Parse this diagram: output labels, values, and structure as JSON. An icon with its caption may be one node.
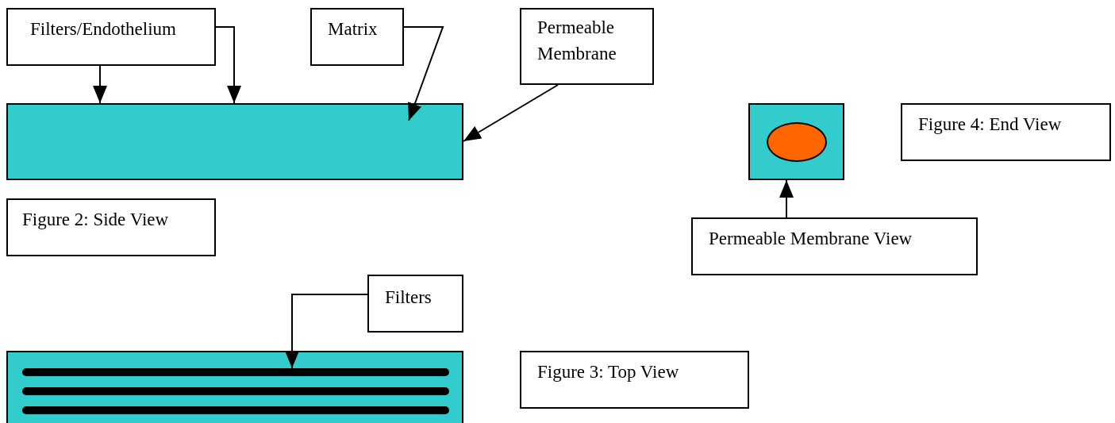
{
  "diagram": {
    "nodes": [
      {
        "text": [
          "Filters/Endothelium"
        ]
      },
      {
        "text": [
          "Matrix"
        ]
      },
      {
        "text": [
          "Permeable Membrane"
        ]
      },
      {
        "text": [],
        "shape": "box"
      },
      {
        "text": [
          "Figure 2: Side View"
        ]
      },
      {
        "text": [],
        "shape": "box"
      },
      {
        "text": [],
        "shape": "ellipse",
        "in": 5
      },
      {
        "text": [
          "Figure 4: End View"
        ]
      },
      {
        "text": [
          "Permeable Membrane View"
        ]
      },
      {
        "text": [
          "Filters"
        ]
      },
      {
        "text": [],
        "shape": "box"
      },
      {
        "text": [],
        "shape": "bar",
        "in": 10
      },
      {
        "text": [],
        "shape": "bar",
        "in": 10
      },
      {
        "text": [],
        "shape": "bar",
        "in": 10
      },
      {
        "text": [
          "Figure 3: Top View"
        ]
      }
    ],
    "edges": [
      {
        "from": 0,
        "to": 3,
        "arrow": "to"
      },
      {
        "from": 0,
        "to": 3,
        "arrow": "to"
      },
      {
        "from": 1,
        "to": 3,
        "arrow": "to"
      },
      {
        "from": 2,
        "to": 3,
        "arrow": "to"
      },
      {
        "from": 8,
        "to": 5,
        "arrow": "to"
      },
      {
        "from": 9,
        "to": 11,
        "arrow": "to"
      }
    ]
  }
}
